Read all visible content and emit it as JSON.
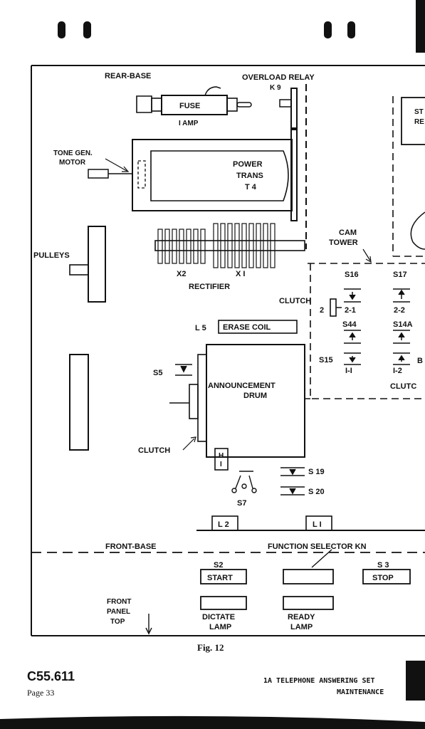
{
  "diagram": {
    "rear_base": "REAR-BASE",
    "overload_relay": "OVERLOAD RELAY",
    "k9": "K 9",
    "fuse": "FUSE",
    "fuse_rating": "I AMP",
    "tone_gen_motor_1": "TONE GEN.",
    "tone_gen_motor_2": "MOTOR",
    "power_trans_1": "POWER",
    "power_trans_2": "TRANS",
    "power_trans_3": "T 4",
    "pulleys": "PULLEYS",
    "x2": "X2",
    "x1": "X I",
    "rectifier": "RECTIFIER",
    "cam_tower_1": "CAM",
    "cam_tower_2": "TOWER",
    "s16": "S16",
    "s17": "S17",
    "clutch2_1": "CLUTCH",
    "clutch2_2": "2",
    "s2_1": "2-1",
    "s2_2": "2-2",
    "s44": "S44",
    "s14a": "S14A",
    "s15": "S15",
    "s1_1": "I-I",
    "s1_2": "I-2",
    "b_label": "B",
    "clutc": "CLUTC",
    "l5": "L 5",
    "erase_coil": "ERASE COIL",
    "s5": "S5",
    "announcement_1": "ANNOUNCEMENT",
    "announcement_2": "DRUM",
    "clutch": "CLUTCH",
    "h1_1": "H",
    "h1_2": "I",
    "s19": "S 19",
    "s20": "S 20",
    "s7": "S7",
    "l2": "L 2",
    "l1": "L I",
    "front_base": "FRONT-BASE",
    "function_selector": "FUNCTION  SELECTOR  KN",
    "s2": "S2",
    "start": "START",
    "s3": "S 3",
    "stop": "STOP",
    "front_panel_1": "FRONT",
    "front_panel_2": "PANEL",
    "front_panel_3": "TOP",
    "dictate_1": "DICTATE",
    "dictate_2": "LAMP",
    "ready_1": "READY",
    "ready_2": "LAMP",
    "st_1": "ST",
    "st_2": "RE"
  },
  "caption": "Fig. 12",
  "footer": {
    "doc_number": "C55.611",
    "page": "Page 33",
    "title_line1": "1A TELEPHONE ANSWERING SET",
    "title_line2": "MAINTENANCE"
  }
}
